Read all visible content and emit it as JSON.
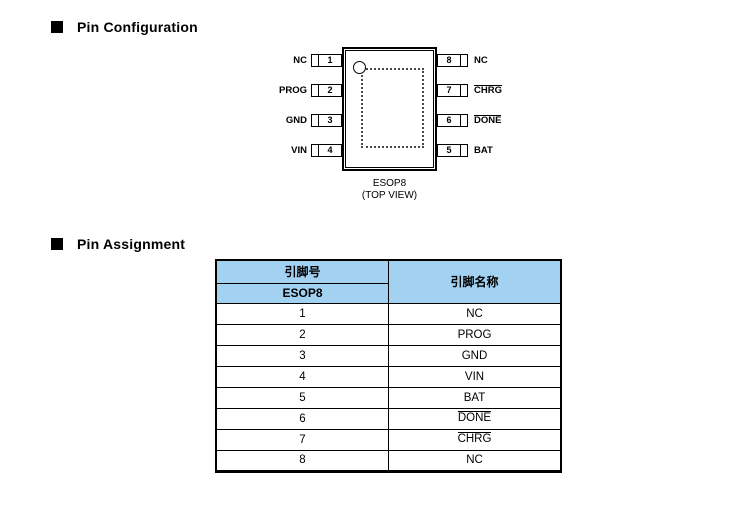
{
  "sections": {
    "pin_configuration": {
      "title": "Pin Configuration"
    },
    "pin_assignment": {
      "title": "Pin Assignment"
    }
  },
  "diagram": {
    "package_name": "ESOP8",
    "view_label": "(TOP VIEW)",
    "left_pins": [
      {
        "number": "1",
        "name": "NC",
        "overline": false
      },
      {
        "number": "2",
        "name": "PROG",
        "overline": false
      },
      {
        "number": "3",
        "name": "GND",
        "overline": false
      },
      {
        "number": "4",
        "name": "VIN",
        "overline": false
      }
    ],
    "right_pins": [
      {
        "number": "8",
        "name": "NC",
        "overline": false
      },
      {
        "number": "7",
        "name": "CHRG",
        "overline": true
      },
      {
        "number": "6",
        "name": "DONE",
        "overline": true
      },
      {
        "number": "5",
        "name": "BAT",
        "overline": false
      }
    ]
  },
  "table": {
    "header": {
      "pin_number_label": "引脚号",
      "package_label": "ESOP8",
      "pin_name_label": "引脚名称"
    },
    "header_bg": "#A2D1F2",
    "rows": [
      {
        "pin": "1",
        "name": "NC",
        "overline": false
      },
      {
        "pin": "2",
        "name": "PROG",
        "overline": false
      },
      {
        "pin": "3",
        "name": "GND",
        "overline": false
      },
      {
        "pin": "4",
        "name": "VIN",
        "overline": false
      },
      {
        "pin": "5",
        "name": "BAT",
        "overline": false
      },
      {
        "pin": "6",
        "name": "DONE",
        "overline": true
      },
      {
        "pin": "7",
        "name": "CHRG",
        "overline": true
      },
      {
        "pin": "8",
        "name": "NC",
        "overline": false
      }
    ]
  }
}
